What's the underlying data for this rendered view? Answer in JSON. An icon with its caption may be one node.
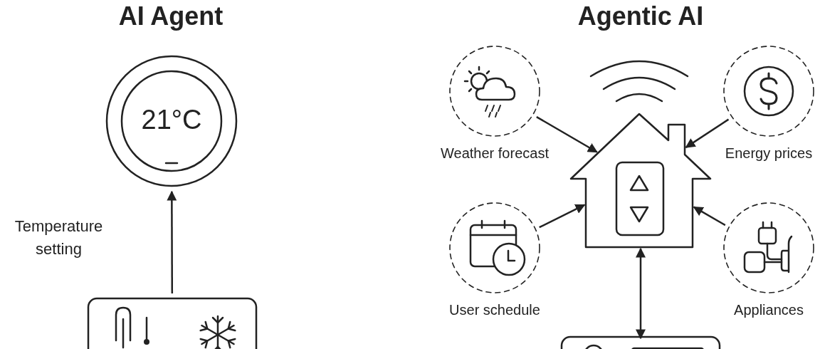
{
  "diagram": {
    "nodes": [
      {
        "text": [
          "21°C"
        ]
      },
      {
        "text": [],
        "shape": "box"
      },
      {
        "text": [
          "Weather forecast"
        ]
      },
      {
        "text": [
          "Energy prices"
        ]
      },
      {
        "text": [],
        "shape": "picture"
      },
      {
        "text": [
          "User schedule"
        ]
      },
      {
        "text": [
          "Appliances"
        ]
      },
      {
        "text": [],
        "shape": "box"
      }
    ],
    "edges": [
      {
        "from": 1,
        "to": 0,
        "arrow": "to",
        "label": "Temperature setting"
      },
      {
        "from": 2,
        "to": 4,
        "arrow": "to"
      },
      {
        "from": 3,
        "to": 4,
        "arrow": "to"
      },
      {
        "from": 5,
        "to": 4,
        "arrow": "to"
      },
      {
        "from": 6,
        "to": 4,
        "arrow": "to"
      },
      {
        "from": 4,
        "to": 7,
        "arrow": "both"
      }
    ],
    "labels": [
      "AI Agent",
      "Agentic AI"
    ]
  }
}
